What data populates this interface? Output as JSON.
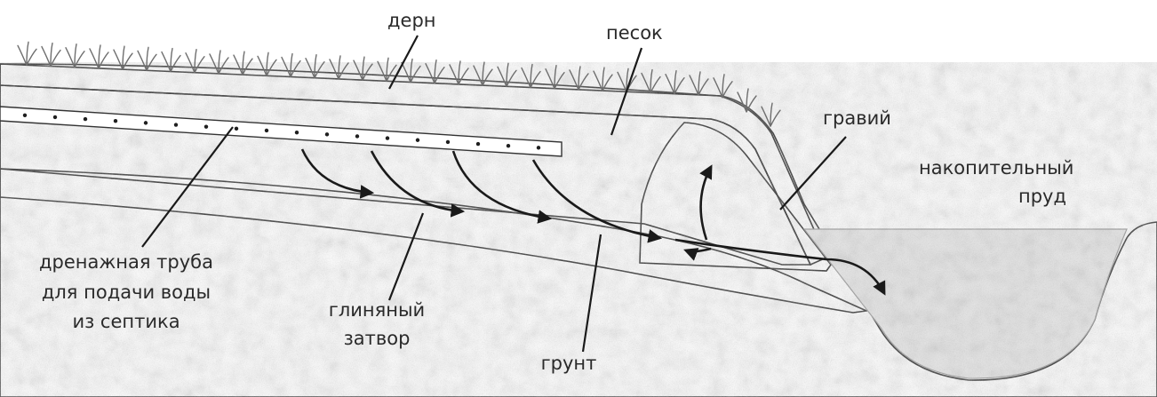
{
  "labels": {
    "turf": "дерн",
    "sand": "песок",
    "gravel": "гравий",
    "pond_line1": "накопительный",
    "pond_line2": "пруд",
    "pipe_line1": "дренажная труба",
    "pipe_line2": "для подачи  воды",
    "pipe_line3": "из  септика",
    "clay_line1": "глиняный",
    "clay_line2": "затвор",
    "soil": "грунт"
  },
  "colors": {
    "turf": "#b6b6b6",
    "sand": "#4e4e4e",
    "gravel": "#b9b9b9",
    "clay": "#303030",
    "soil": "#c7c7c7",
    "water": "#e6e6e6",
    "pipe": "#ffffff",
    "text": "#2a2a2a"
  }
}
